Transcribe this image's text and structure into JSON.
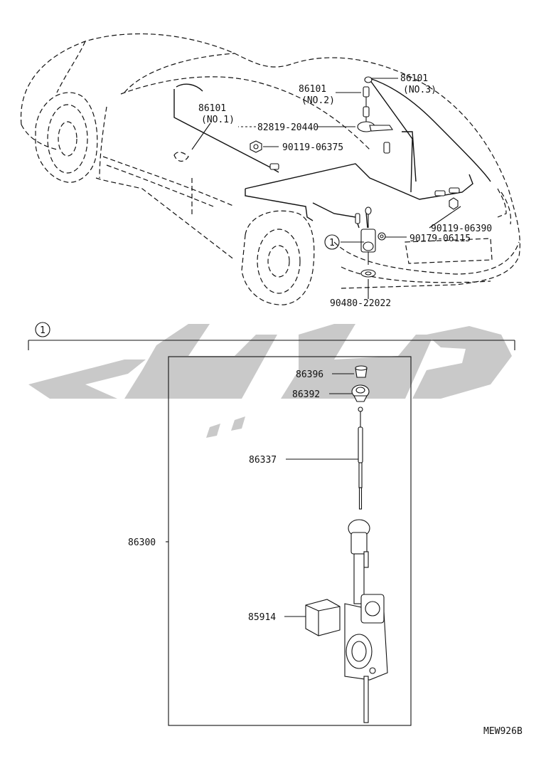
{
  "callouts": {
    "rod_no3": "86101",
    "rod_no3_sub": "(NO.3)",
    "rod_no2": "86101",
    "rod_no2_sub": "(NO.2)",
    "rod_no1": "86101",
    "rod_no1_sub": "(NO.1)",
    "wire": "82819-20440",
    "nut1": "90119-06375",
    "nut2": "90119-06390",
    "nut3": "90179-06115",
    "grommet": "90480-22022"
  },
  "detail": {
    "ref_number": "1",
    "assembly": "86300",
    "cap": "86396",
    "bezel": "86392",
    "mast": "86337",
    "relay": "85914"
  },
  "watermark_text": "تكي",
  "figure_code": "MEW926B"
}
